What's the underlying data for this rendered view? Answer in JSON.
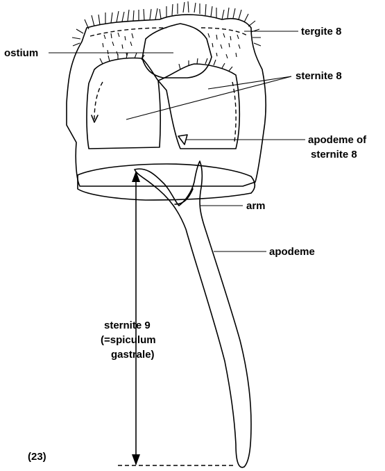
{
  "labels": {
    "tergite": "tergite 8",
    "ostium": "ostium",
    "sternite8": "sternite 8",
    "apodeme_of_1": "apodeme of",
    "apodeme_of_2": "sternite 8",
    "arm": "arm",
    "apodeme": "apodeme",
    "sternite9_1": "sternite 9",
    "sternite9_2": "(=spiculum",
    "sternite9_3": "gastrale)",
    "figure_number": "(23)"
  }
}
